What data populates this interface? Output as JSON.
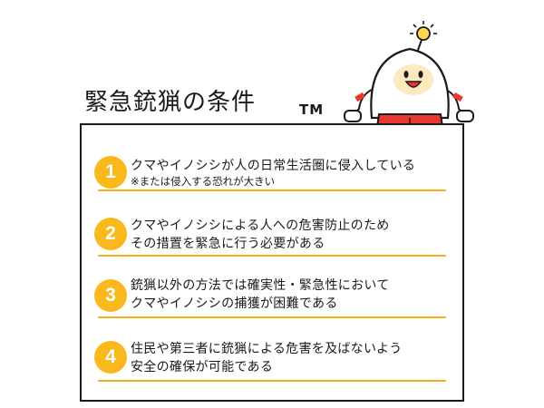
{
  "header": {
    "title": "緊急銃猟の条件",
    "tm": "TM"
  },
  "conditions": [
    {
      "number": "1",
      "line1": "クマやイノシシが人の日常生活圏に侵入している",
      "note": "※または侵入する恐れが大きい"
    },
    {
      "number": "2",
      "line1": "クマやイノシシによる人への危害防止のため",
      "line2": "その措置を緊急に行う必要がある"
    },
    {
      "number": "3",
      "line1": "銃猟以外の方法では確実性・緊急性において",
      "line2": "クマやイノシシの捕獲が困難である"
    },
    {
      "number": "4",
      "line1": "住民や第三者に銃猟による危害を及ばないよう",
      "line2": "安全の確保が可能である"
    }
  ],
  "colors": {
    "accent": "#f9b81b",
    "rule": "#f3b11b",
    "mascot_shorts": "#e8392f",
    "mascot_face": "#fde9c0"
  }
}
